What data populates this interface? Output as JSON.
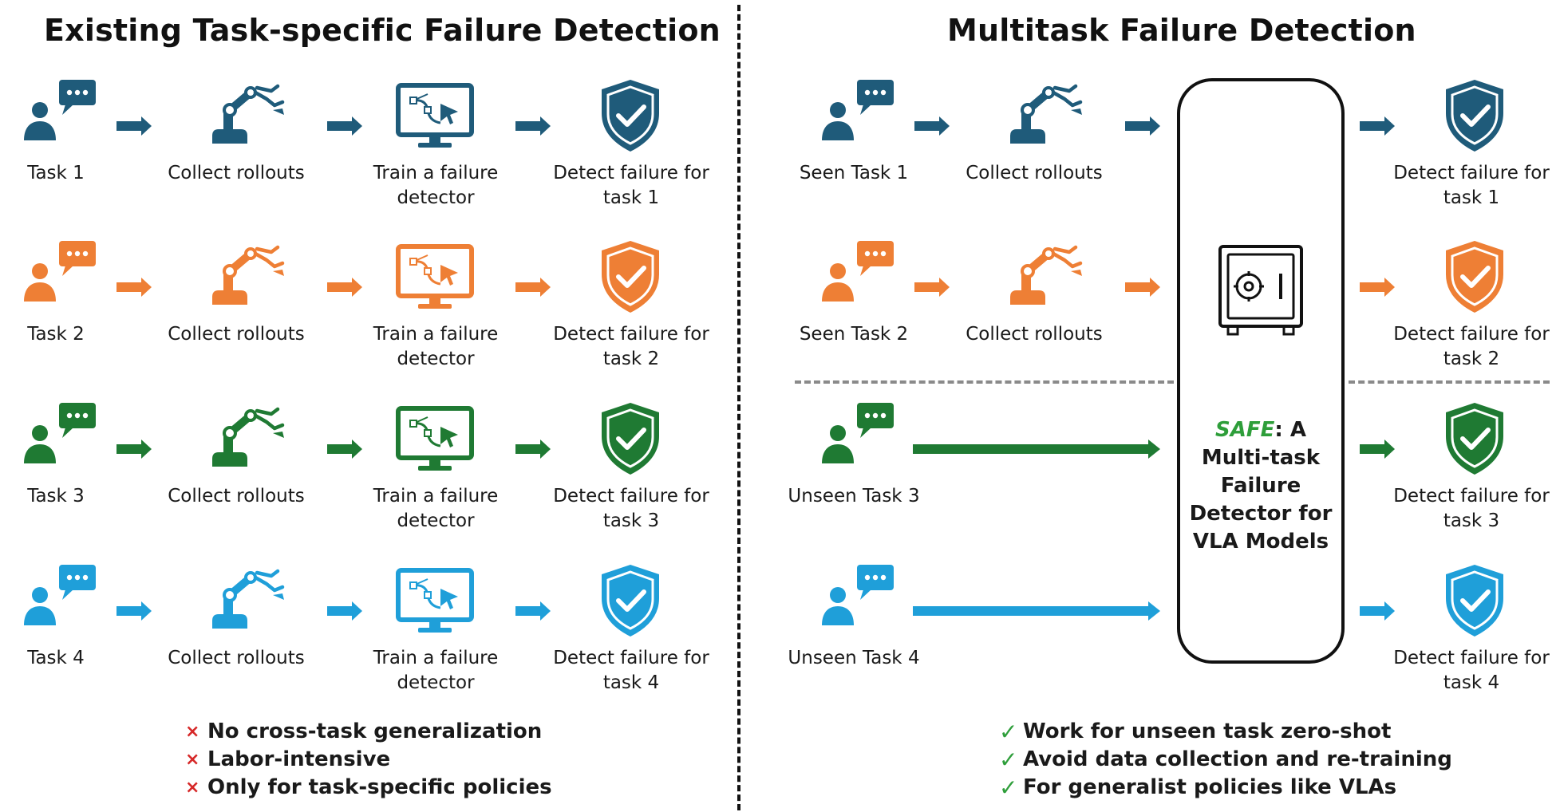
{
  "left": {
    "title": "Existing Task-specific Failure Detection",
    "rows": [
      {
        "task": "Task 1",
        "collect": "Collect rollouts",
        "train_l1": "Train a failure",
        "train_l2": "detector",
        "detect_l1": "Detect failure for",
        "detect_l2": "task 1",
        "color": "#1f5b7a"
      },
      {
        "task": "Task 2",
        "collect": "Collect rollouts",
        "train_l1": "Train a failure",
        "train_l2": "detector",
        "detect_l1": "Detect failure for",
        "detect_l2": "task 2",
        "color": "#ee7f35"
      },
      {
        "task": "Task 3",
        "collect": "Collect rollouts",
        "train_l1": "Train a failure",
        "train_l2": "detector",
        "detect_l1": "Detect failure for",
        "detect_l2": "task 3",
        "color": "#1f7a33"
      },
      {
        "task": "Task 4",
        "collect": "Collect rollouts",
        "train_l1": "Train a failure",
        "train_l2": "detector",
        "detect_l1": "Detect failure for",
        "detect_l2": "task 4",
        "color": "#1f9fd9"
      }
    ],
    "bullets": [
      "No cross-task generalization",
      "Labor-intensive",
      "Only for task-specific policies"
    ],
    "bullet_mark": "×"
  },
  "right": {
    "title": "Multitask Failure Detection",
    "rows": [
      {
        "task": "Seen Task 1",
        "collect": "Collect rollouts",
        "detect_l1": "Detect failure for",
        "detect_l2": "task 1",
        "color": "#1f5b7a"
      },
      {
        "task": "Seen Task 2",
        "collect": "Collect rollouts",
        "detect_l1": "Detect failure for",
        "detect_l2": "task 2",
        "color": "#ee7f35"
      },
      {
        "task": "Unseen Task 3",
        "collect": "",
        "detect_l1": "Detect failure for",
        "detect_l2": "task 3",
        "color": "#1f7a33"
      },
      {
        "task": "Unseen Task 4",
        "collect": "",
        "detect_l1": "Detect failure for",
        "detect_l2": "task 4",
        "color": "#1f9fd9"
      }
    ],
    "safe": {
      "name": "SAFE",
      "rest": ": A Multi-task Failure Detector for VLA Models"
    },
    "bullets": [
      "Work for unseen task zero-shot",
      "Avoid data collection and re-training",
      "For generalist policies like VLAs"
    ],
    "bullet_mark": "✓"
  }
}
